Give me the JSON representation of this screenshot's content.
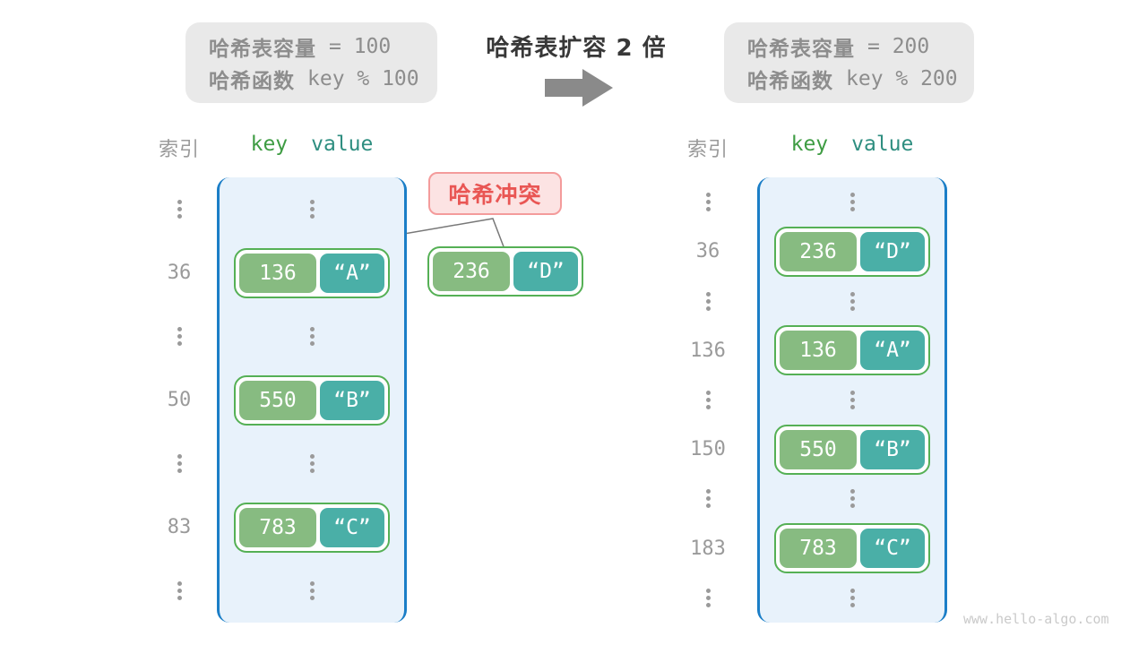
{
  "title": "哈希表扩容 2 倍",
  "watermark": "www.hello-algo.com",
  "info_boxes": {
    "left": {
      "line1_label": "哈希表容量",
      "line1_value": "= 100",
      "line2_label": "哈希函数",
      "line2_value": "key % 100"
    },
    "right": {
      "line1_label": "哈希表容量",
      "line1_value": "= 200",
      "line2_label": "哈希函数",
      "line2_value": "key % 200"
    }
  },
  "collision": {
    "label": "哈希冲突",
    "pair": {
      "key": "236",
      "value": "“D”"
    }
  },
  "tables": {
    "left": {
      "headers": {
        "index": "索引",
        "key": "key",
        "value": "value"
      },
      "rows": [
        {
          "type": "dots"
        },
        {
          "type": "pair",
          "index": "36",
          "key": "136",
          "value": "“A”"
        },
        {
          "type": "dots"
        },
        {
          "type": "pair",
          "index": "50",
          "key": "550",
          "value": "“B”"
        },
        {
          "type": "dots"
        },
        {
          "type": "pair",
          "index": "83",
          "key": "783",
          "value": "“C”"
        },
        {
          "type": "dots"
        }
      ]
    },
    "right": {
      "headers": {
        "index": "索引",
        "key": "key",
        "value": "value"
      },
      "rows": [
        {
          "type": "dots"
        },
        {
          "type": "pair",
          "index": "36",
          "key": "236",
          "value": "“D”"
        },
        {
          "type": "dots"
        },
        {
          "type": "pair",
          "index": "136",
          "key": "136",
          "value": "“A”"
        },
        {
          "type": "dots"
        },
        {
          "type": "pair",
          "index": "150",
          "key": "550",
          "value": "“B”"
        },
        {
          "type": "dots"
        },
        {
          "type": "pair",
          "index": "183",
          "key": "783",
          "value": "“C”"
        },
        {
          "type": "dots"
        }
      ]
    }
  },
  "colors": {
    "container_border": "#1b7ec7",
    "container_fill": "#e8f2fb",
    "key_cell": "#87bb81",
    "value_cell": "#4aafa7",
    "pair_border": "#55b055",
    "collision_bg": "#fce3e3",
    "collision_border": "#f49b9b",
    "collision_text": "#e95654",
    "infobox_bg": "#e9e9e9",
    "gray_text": "#8d8d8d",
    "index_text": "#9a9a9a",
    "key_header": "#3e9c43",
    "value_header": "#2e8e80",
    "title_text": "#383838",
    "arrow": "#8a8a8a",
    "line": "#787878",
    "watermark": "#cacaca"
  }
}
